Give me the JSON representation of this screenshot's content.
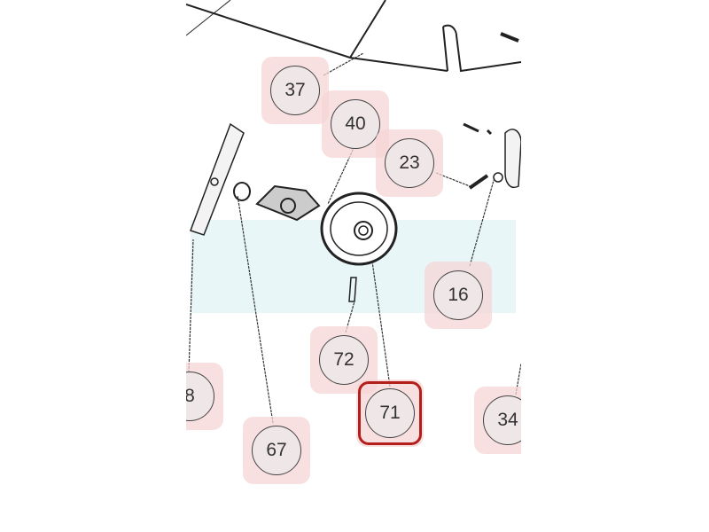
{
  "diagram": {
    "callouts": [
      {
        "label": "37",
        "selected": false
      },
      {
        "label": "40",
        "selected": false
      },
      {
        "label": "23",
        "selected": false
      },
      {
        "label": "16",
        "selected": false
      },
      {
        "label": "72",
        "selected": false
      },
      {
        "label": "71",
        "selected": true
      },
      {
        "label": "67",
        "selected": false
      },
      {
        "label": "8",
        "selected": false
      },
      {
        "label": "34",
        "selected": false
      }
    ],
    "selection_color": "#b3201b",
    "highlight_color": "#f6d6d6"
  }
}
